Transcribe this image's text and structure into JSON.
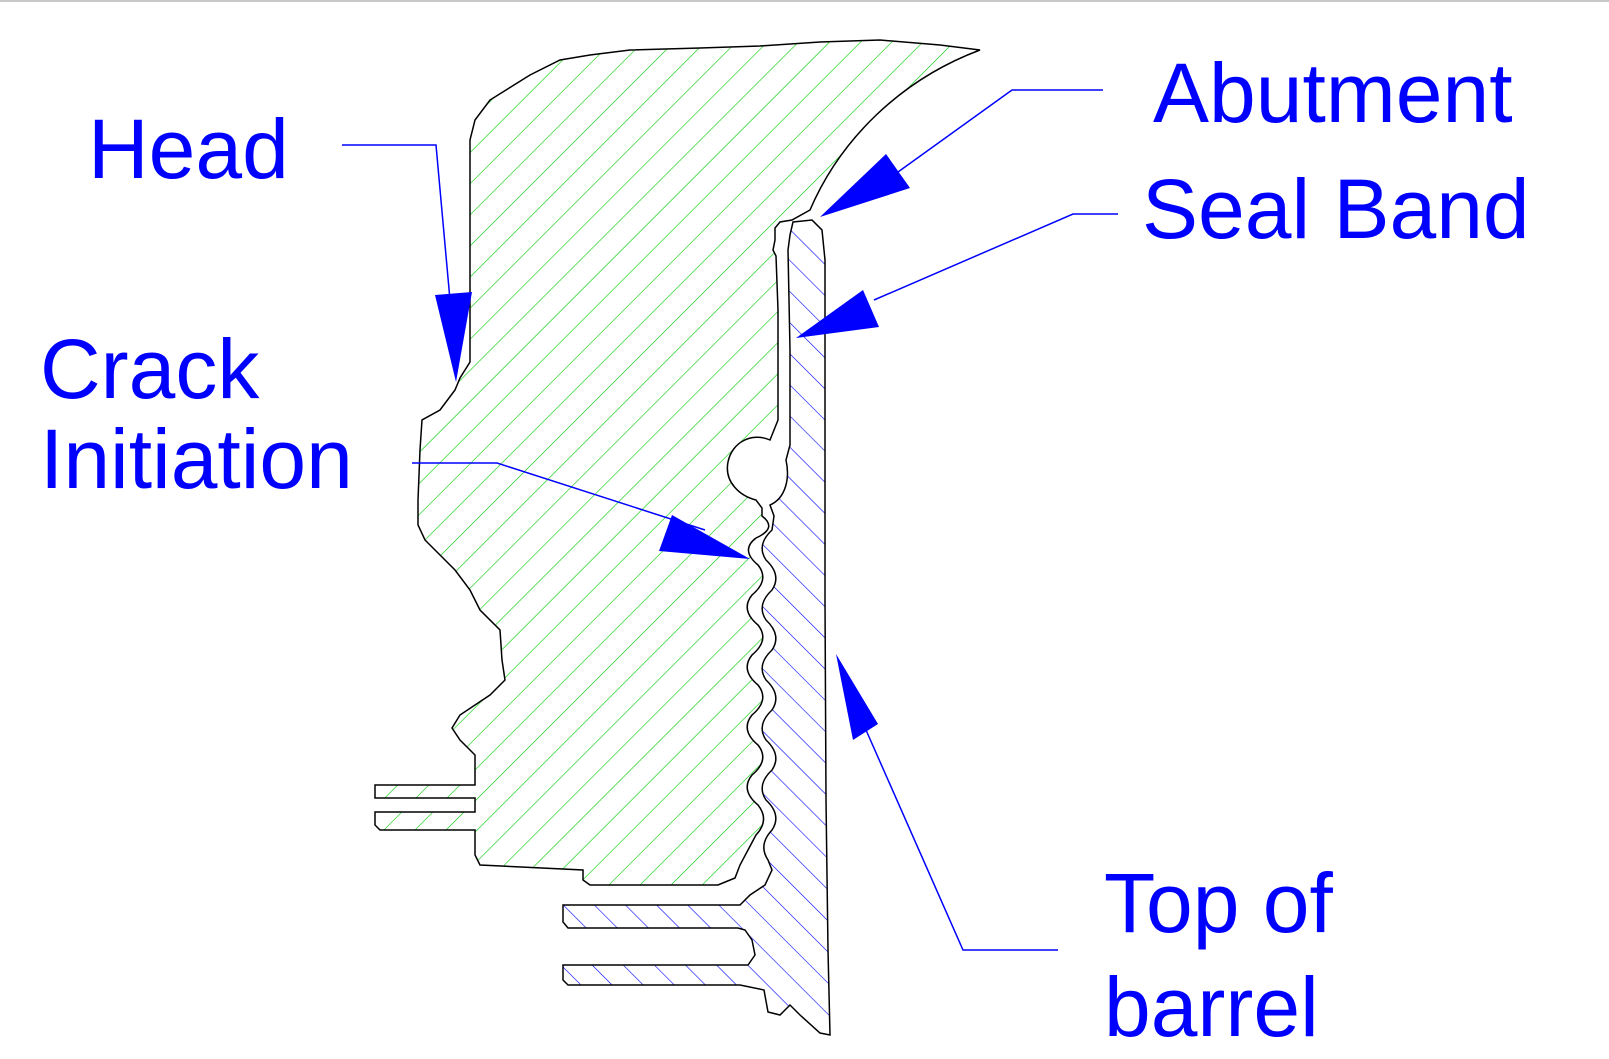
{
  "labels": {
    "head": "Head",
    "abutment": "Abutment",
    "seal_band": "Seal Band",
    "crack_line1": "Crack",
    "crack_line2": "Initiation",
    "top_line1": "Top of",
    "top_line2": "barrel"
  },
  "colors": {
    "label_text": "#0000ff",
    "leader_line": "#0000ff",
    "outline": "#000000",
    "head_hatch": "#00cc00",
    "barrel_hatch": "#0000ff",
    "background": "#ffffff"
  }
}
